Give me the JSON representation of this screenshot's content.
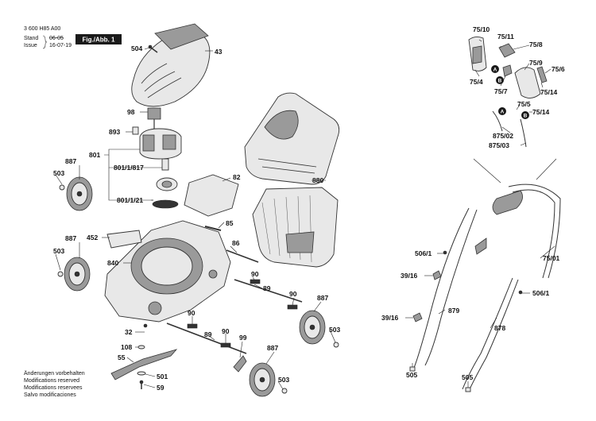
{
  "header": {
    "doc_number": "3 600 H85 A00",
    "stand_label": "Stand",
    "stand_value": "06-05",
    "issue_label": "Issue",
    "issue_value": "16-07-19",
    "figure_badge": "Fig./Abb. 1"
  },
  "footer": {
    "lines": [
      "Änderungen vorbehalten",
      "Modifications reserved",
      "Modifications reservees",
      "Salvo modificaciones"
    ]
  },
  "badges": [
    "A",
    "B",
    "A",
    "B"
  ],
  "part_labels": {
    "p504": "504",
    "p43": "43",
    "p98": "98",
    "p893": "893",
    "p801": "801",
    "p801_1_817": "801/1/817",
    "p801_1_21": "801/1/21",
    "p887_a": "887",
    "p503_a": "503",
    "p82": "82",
    "p880": "880",
    "p85": "85",
    "p887_b": "887",
    "p503_b": "503",
    "p452": "452",
    "p840": "840",
    "p86": "86",
    "p90_a": "90",
    "p89_a": "89",
    "p90_b": "90",
    "p887_c": "887",
    "p503_c": "503",
    "p90_c": "90",
    "p89_b": "89",
    "p90_d": "90",
    "p99": "99",
    "p32": "32",
    "p108": "108",
    "p55": "55",
    "p501": "501",
    "p59": "59",
    "p887_d": "887",
    "p503_d": "503",
    "p75_10": "75/10",
    "p75_11": "75/11",
    "p75_8": "75/8",
    "p75_9": "75/9",
    "p75_6": "75/6",
    "p75_4": "75/4",
    "p75_7": "75/7",
    "p75_14_a": "75/14",
    "p75_5": "75/5",
    "p75_14_b": "75/14",
    "p875_02": "875/02",
    "p875_03": "875/03",
    "p506_1_a": "506/1",
    "p75_01": "75/01",
    "p39_16_a": "39/16",
    "p506_1_b": "506/1",
    "p879": "879",
    "p39_16_b": "39/16",
    "p878": "878",
    "p505_a": "505",
    "p505_b": "505"
  }
}
